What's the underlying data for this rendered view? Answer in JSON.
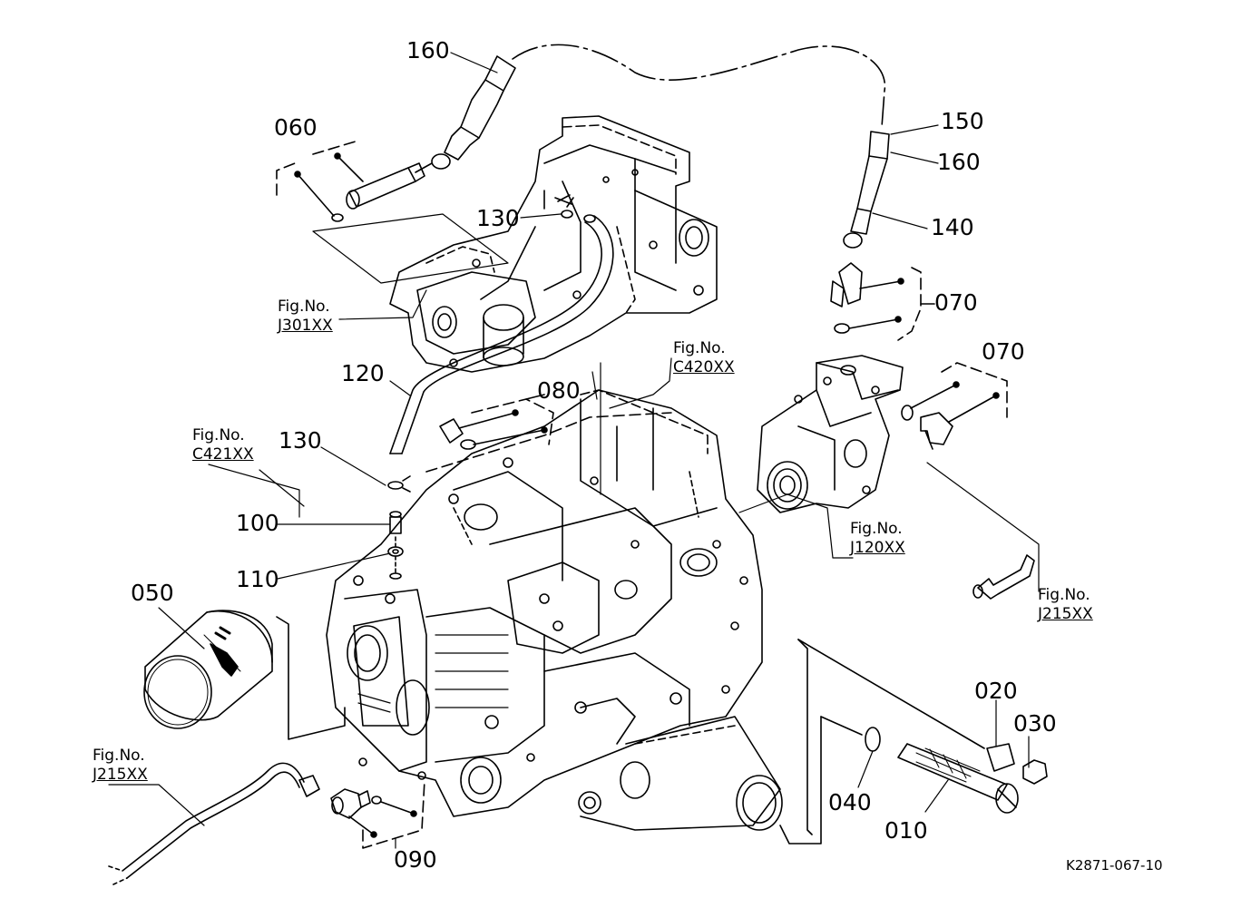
{
  "colors": {
    "line": "#000000",
    "background": "#ffffff"
  },
  "callouts": {
    "c160a": "160",
    "c060": "060",
    "c130a": "130",
    "c150": "150",
    "c160b": "160",
    "c140": "140",
    "c070a": "070",
    "c070b": "070",
    "c120": "120",
    "c080": "080",
    "c130b": "130",
    "c100": "100",
    "c110": "110",
    "c050": "050",
    "c020": "020",
    "c030": "030",
    "c040": "040",
    "c010": "010",
    "c090": "090"
  },
  "figure_refs": {
    "prefix": "Fig.No.",
    "j301": "J301XX",
    "c420": "C420XX",
    "c421": "C421XX",
    "j120": "J120XX",
    "j215a": "J215XX",
    "j215b": "J215XX"
  },
  "drawing_number": "K2871-067-10",
  "icons": [
    "transmission-case",
    "oil-filter",
    "hydraulic-pump",
    "pipe",
    "hose",
    "o-ring",
    "dipstick"
  ]
}
